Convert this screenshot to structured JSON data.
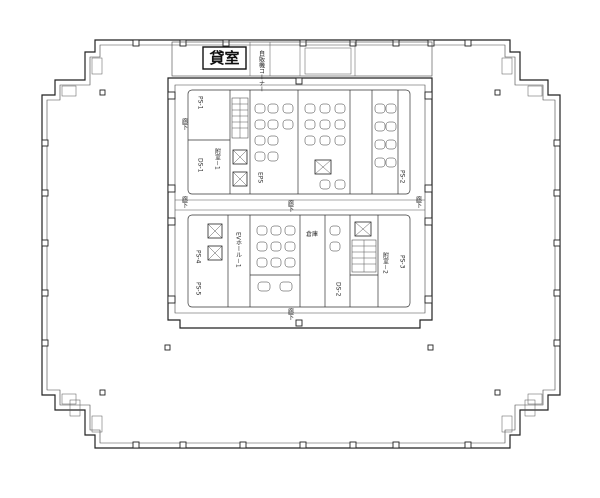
{
  "plan": {
    "rental_label": "貸室",
    "core_labels": {
      "service_room_1": "附室－1",
      "service_room_2": "附室－2",
      "elevator_hall": "EVホール－1",
      "warehouse": "倉庫",
      "corridor_left": "廊下",
      "corridor_right": "廊下",
      "corridor_mid": "廊下",
      "corridor_bottom": "廊下",
      "corridor_bottom_left": "廊下",
      "ps_1": "PS-1",
      "ps_2": "PS-2",
      "ps_3": "PS-3",
      "ps_4": "PS-4",
      "ps_5": "PS-5",
      "eps": "EPS",
      "ds_1": "DS-1",
      "ds_2": "DS-2",
      "top_room": "自販機コーナー"
    }
  }
}
